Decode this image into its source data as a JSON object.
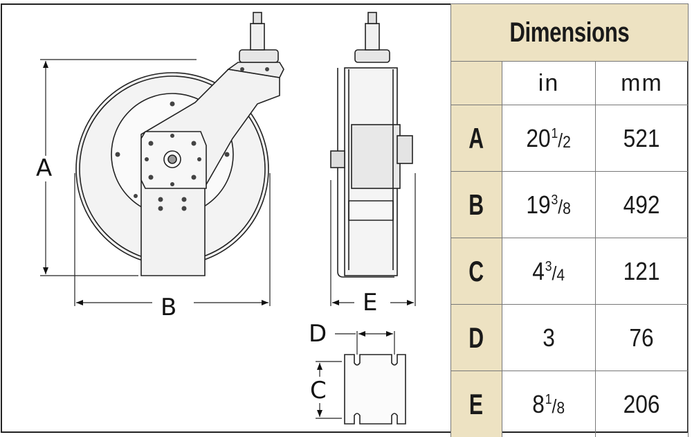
{
  "diagram": {
    "labels": {
      "a": "A",
      "b": "B",
      "c": "C",
      "d": "D",
      "e": "E"
    }
  },
  "table": {
    "title": "Dimensions",
    "units": {
      "in": "in",
      "mm": "mm"
    },
    "rows": [
      {
        "key": "A",
        "in_whole": "20",
        "in_num": "1",
        "in_den": "2",
        "mm": "521"
      },
      {
        "key": "B",
        "in_whole": "19",
        "in_num": "3",
        "in_den": "8",
        "mm": "492"
      },
      {
        "key": "C",
        "in_whole": "4",
        "in_num": "3",
        "in_den": "4",
        "mm": "121"
      },
      {
        "key": "D",
        "in_whole": "3",
        "in_num": "",
        "in_den": "",
        "mm": "76"
      },
      {
        "key": "E",
        "in_whole": "8",
        "in_num": "1",
        "in_den": "8",
        "mm": "206"
      }
    ]
  }
}
